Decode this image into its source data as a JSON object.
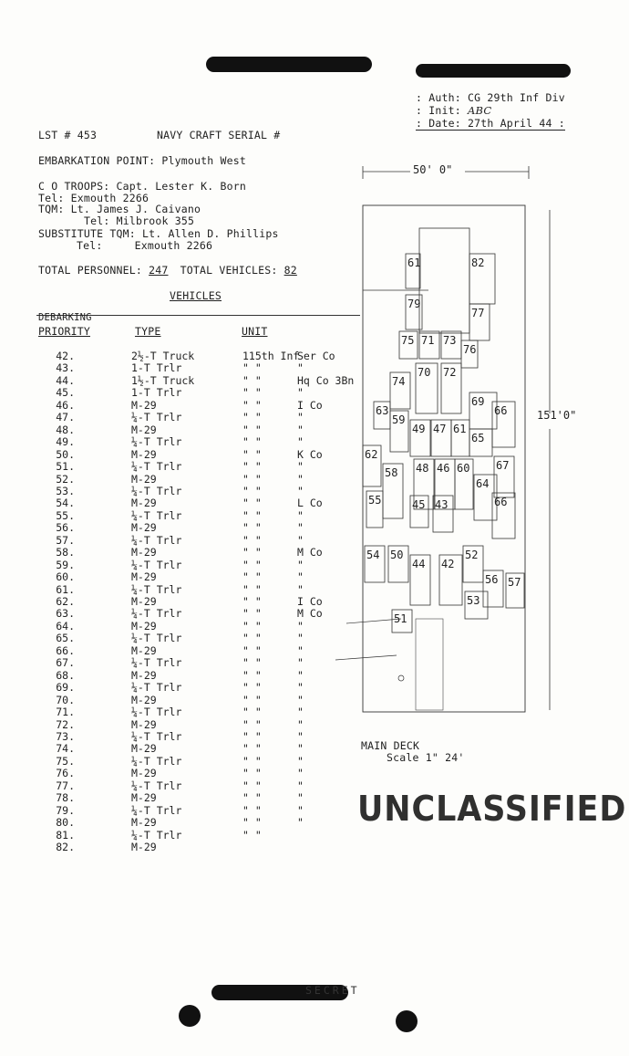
{
  "header": {
    "auth_label": "Auth:",
    "auth_value": "CG 29th Inf Div",
    "init_label": "Init:",
    "init_value": "ABC",
    "date_label": "Date:",
    "date_value": "27th April 44",
    "lst": "LST # 453",
    "navy_serial": "NAVY CRAFT SERIAL #"
  },
  "embarkation": {
    "label": "EMBARKATION POINT:",
    "value": "Plymouth West"
  },
  "contacts": {
    "co_troops": "C O TROOPS:  Capt. Lester K. Born",
    "co_tel": "Tel:  Exmouth 2266",
    "tqm": "TQM:  Lt. James J. Caivano",
    "tqm_tel": "Tel: Milbrook 355",
    "sub_tqm": "SUBSTITUTE TQM:  Lt. Allen D. Phillips",
    "sub_tel_label": "Tel:",
    "sub_tel_value": "Exmouth 2266"
  },
  "totals": {
    "personnel_label": "TOTAL PERSONNEL:",
    "personnel_value": "247",
    "vehicles_label": "TOTAL VEHICLES:",
    "vehicles_value": "82"
  },
  "vehicles": {
    "heading": "VEHICLES",
    "col_priority_1": "DEBARKING",
    "col_priority_2": "PRIORITY",
    "col_type": "TYPE",
    "col_unit": "UNIT",
    "rows": [
      {
        "p": "42.",
        "type": "2½-T Truck",
        "unit": "115th Inf",
        "co": "Ser Co"
      },
      {
        "p": "43.",
        "type": "1-T Trlr",
        "unit": "\"    \"",
        "co": "\""
      },
      {
        "p": "44.",
        "type": "1½-T Truck",
        "unit": "\"    \"",
        "co": "Hq Co 3Bn"
      },
      {
        "p": "45.",
        "type": "1-T Trlr",
        "unit": "\"    \"",
        "co": "\""
      },
      {
        "p": "46.",
        "type": "M-29",
        "unit": "\"    \"",
        "co": "I Co"
      },
      {
        "p": "47.",
        "type": "¼-T Trlr",
        "unit": "\"    \"",
        "co": "\""
      },
      {
        "p": "48.",
        "type": "M-29",
        "unit": "\"    \"",
        "co": "\""
      },
      {
        "p": "49.",
        "type": "¼-T Trlr",
        "unit": "\"    \"",
        "co": "\""
      },
      {
        "p": "50.",
        "type": "M-29",
        "unit": "\"    \"",
        "co": "K Co"
      },
      {
        "p": "51.",
        "type": "¼-T Trlr",
        "unit": "\"    \"",
        "co": "\""
      },
      {
        "p": "52.",
        "type": "M-29",
        "unit": "\"    \"",
        "co": "\""
      },
      {
        "p": "53.",
        "type": "¼-T Trlr",
        "unit": "\"    \"",
        "co": "\""
      },
      {
        "p": "54.",
        "type": "M-29",
        "unit": "\"    \"",
        "co": "L Co"
      },
      {
        "p": "55.",
        "type": "¼-T Trlr",
        "unit": "\"    \"",
        "co": "\""
      },
      {
        "p": "56.",
        "type": "M-29",
        "unit": "\"    \"",
        "co": "\""
      },
      {
        "p": "57.",
        "type": "¼-T Trlr",
        "unit": "\"    \"",
        "co": "\""
      },
      {
        "p": "58.",
        "type": "M-29",
        "unit": "\"    \"",
        "co": "M Co"
      },
      {
        "p": "59.",
        "type": "¼-T Trlr",
        "unit": "\"    \"",
        "co": "\""
      },
      {
        "p": "60.",
        "type": "M-29",
        "unit": "\"    \"",
        "co": "\""
      },
      {
        "p": "61.",
        "type": "¼-T Trlr",
        "unit": "\"    \"",
        "co": "\""
      },
      {
        "p": "62.",
        "type": "M-29",
        "unit": "\"    \"",
        "co": "I Co"
      },
      {
        "p": "63.",
        "type": "¼-T Trlr",
        "unit": "\"    \"",
        "co": "M Co"
      },
      {
        "p": "64.",
        "type": "M-29",
        "unit": "\"    \"",
        "co": "\""
      },
      {
        "p": "65.",
        "type": "¼-T Trlr",
        "unit": "\"    \"",
        "co": "\""
      },
      {
        "p": "66.",
        "type": "M-29",
        "unit": "\"    \"",
        "co": "\""
      },
      {
        "p": "67.",
        "type": "¼-T Trlr",
        "unit": "\"    \"",
        "co": "\""
      },
      {
        "p": "68.",
        "type": "M-29",
        "unit": "\"    \"",
        "co": "\""
      },
      {
        "p": "69.",
        "type": "¼-T Trlr",
        "unit": "\"    \"",
        "co": "\""
      },
      {
        "p": "70.",
        "type": "M-29",
        "unit": "\"    \"",
        "co": "\""
      },
      {
        "p": "71.",
        "type": "¼-T Trlr",
        "unit": "\"    \"",
        "co": "\""
      },
      {
        "p": "72.",
        "type": "M-29",
        "unit": "\"    \"",
        "co": "\""
      },
      {
        "p": "73.",
        "type": "¼-T Trlr",
        "unit": "\"    \"",
        "co": "\""
      },
      {
        "p": "74.",
        "type": "M-29",
        "unit": "\"    \"",
        "co": "\""
      },
      {
        "p": "75.",
        "type": "¼-T Trlr",
        "unit": "\"    \"",
        "co": "\""
      },
      {
        "p": "76.",
        "type": "M-29",
        "unit": "\"    \"",
        "co": "\""
      },
      {
        "p": "77.",
        "type": "¼-T Trlr",
        "unit": "\"    \"",
        "co": "\""
      },
      {
        "p": "78.",
        "type": "M-29",
        "unit": "\"    \"",
        "co": "\""
      },
      {
        "p": "79.",
        "type": "¼-T Trlr",
        "unit": "\"    \"",
        "co": "\""
      },
      {
        "p": "80.",
        "type": "M-29",
        "unit": "\"    \"",
        "co": "\""
      },
      {
        "p": "81.",
        "type": "¼-T Trlr",
        "unit": "\"    \"",
        "co": ""
      },
      {
        "p": "82.",
        "type": "M-29",
        "unit": "",
        "co": ""
      }
    ]
  },
  "deck": {
    "width_label": "50' 0\"",
    "length_label": "151'0\"",
    "caption": "MAIN DECK",
    "scale": "Scale 1\" 24'",
    "slots": [
      "61",
      "82",
      "79",
      "77",
      "75",
      "71",
      "73",
      "76",
      "74",
      "70",
      "72",
      "69",
      "63",
      "59",
      "49",
      "47",
      "61",
      "65",
      "66",
      "62",
      "58",
      "48",
      "46",
      "60",
      "67",
      "64",
      "55",
      "45",
      "43",
      "66",
      "54",
      "50",
      "44",
      "42",
      "52",
      "56",
      "57",
      "53",
      "51"
    ]
  },
  "stamp": "UNCLASSIFIED",
  "footer_stamp": "SECRET"
}
